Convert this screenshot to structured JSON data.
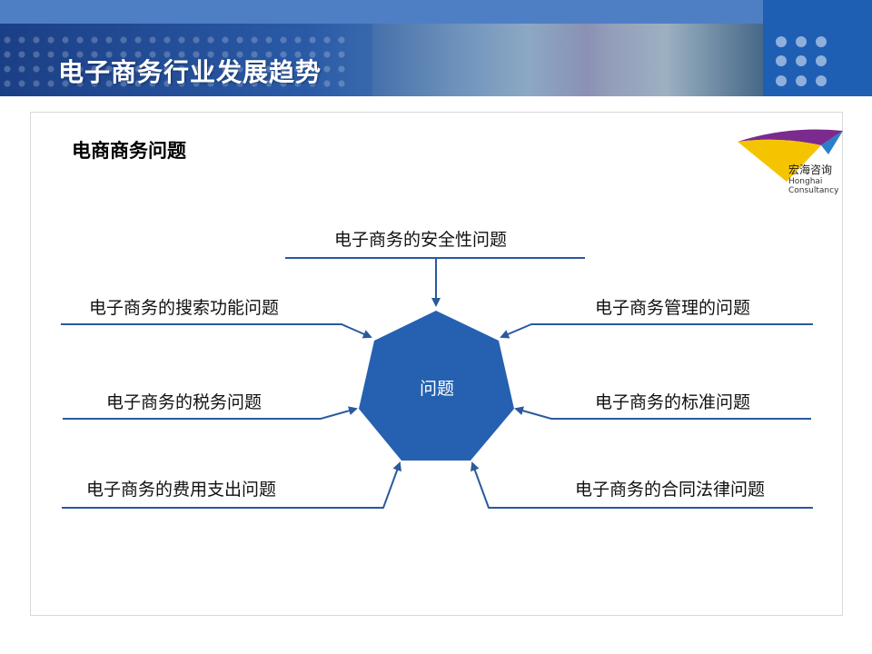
{
  "header": {
    "title": "电子商务行业发展趋势"
  },
  "slide": {
    "subtitle": "电商商务问题"
  },
  "logo": {
    "name_cn": "宏海咨询",
    "name_en": "Honghai Consultancy"
  },
  "diagram": {
    "center": "问题",
    "items": {
      "top": "电子商务的安全性问题",
      "left1": "电子商务的搜索功能问题",
      "left2": "电子商务的税务问题",
      "left3": "电子商务的费用支出问题",
      "right1": "电子商务管理的问题",
      "right2": "电子商务的标准问题",
      "right3": "电子商务的合同法律问题"
    }
  },
  "colors": {
    "accent": "#2561b0",
    "line": "#2a5a9c"
  }
}
